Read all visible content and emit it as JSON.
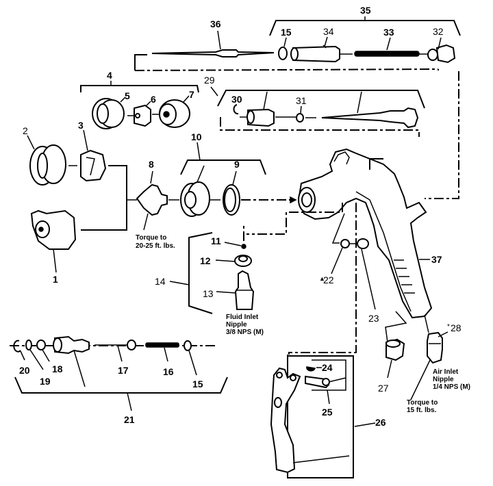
{
  "diagram": {
    "title": "Spray gun exploded parts diagram",
    "background": "#ffffff",
    "ink": "#000000",
    "callouts": {
      "c1": "1",
      "c2": "2",
      "c3": "3",
      "c4": "4",
      "c5": "5",
      "c6": "6",
      "c7": "7",
      "c8": "8",
      "c9": "9",
      "c10": "10",
      "c11": "11",
      "c12": "12",
      "c13": "13",
      "c14": "14",
      "c15a": "15",
      "c15b": "15",
      "c16": "16",
      "c17": "17",
      "c18": "18",
      "c19": "19",
      "c20": "20",
      "c21": "21",
      "c22": "22",
      "c23": "23",
      "c24": "24",
      "c25": "25",
      "c26": "26",
      "c27": "27",
      "c28": "28",
      "c29": "29",
      "c30": "30",
      "c31": "31",
      "c32": "32",
      "c33": "33",
      "c34": "34",
      "c35": "35",
      "c36": "36",
      "c37": "37"
    },
    "markers": {
      "triangle_22": "▲",
      "asterisk_28": "*"
    },
    "notes": {
      "torque_8_line1": "Torque to",
      "torque_8_line2": "20-25 ft. lbs.",
      "fluid_line1": "Fluid Inlet",
      "fluid_line2": "Nipple",
      "fluid_line3": "3/8 NPS (M)",
      "air_line1": "Air Inlet",
      "air_line2": "Nipple",
      "air_line3": "1/4 NPS (M)",
      "torque_28_line1": "Torque to",
      "torque_28_line2": "15 ft. lbs."
    }
  }
}
